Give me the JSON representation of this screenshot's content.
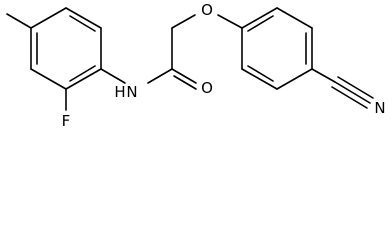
{
  "molecule": {
    "atoms": {
      "fluorine": "F",
      "amide_nitrogen": "N",
      "amide_hydrogen": "H",
      "carbonyl_oxygen": "O",
      "ether_oxygen": "O",
      "nitrile_nitrogen": "N"
    }
  },
  "colors": {
    "bond": "#000000",
    "label": "#000000",
    "background": "#ffffff"
  }
}
